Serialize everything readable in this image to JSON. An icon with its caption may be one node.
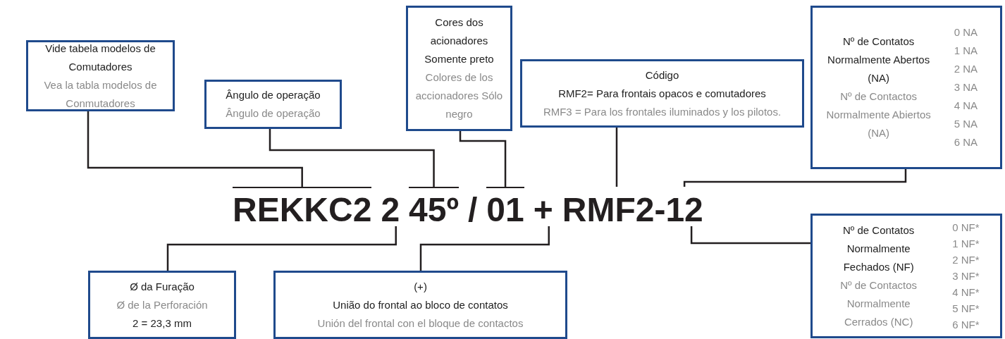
{
  "diagram": {
    "nodes": [
      {
        "text": [
          "Vide tabela modelos de Comutadores",
          "Vea la tabla modelos de Conmutadores"
        ]
      },
      {
        "text": [
          "Ângulo de operação",
          "Ângulo de operação"
        ]
      },
      {
        "text": [
          "Cores dos acionadores Somente preto",
          "Colores de los accionadores Sólo negro"
        ]
      },
      {
        "text": [
          "Código",
          "RMF2= Para frontais opacos e comutadores",
          "RMF3 = Para los frontales iluminados y los pilotos."
        ]
      },
      {
        "text": [
          "Nº de Contatos Normalmente Abertos (NA)",
          "Nº de Contactos Normalmente Abiertos (NA)",
          "0 NA",
          "1 NA",
          "2 NA",
          "3 NA",
          "4 NA",
          "5 NA",
          "6 NA"
        ]
      },
      {
        "text": [
          "Nº de Contatos Normalmente Fechados (NF)",
          "Nº de Contactos Normalmente Cerrados (NC)",
          "0 NF*",
          "1 NF*",
          "2 NF*",
          "3 NF*",
          "4 NF*",
          "5 NF*",
          "6 NF*"
        ]
      },
      {
        "text": [
          "Ø da Furação",
          "Ø de la Perforación",
          "2 = 23,3 mm"
        ]
      },
      {
        "text": [
          "(+)",
          "União do frontal ao bloco de contatos",
          "Unión del frontal con el bloque de contactos"
        ]
      },
      {
        "text": [
          "REKKC2"
        ]
      },
      {
        "text": [
          "2"
        ]
      },
      {
        "text": [
          "45º"
        ]
      },
      {
        "text": [
          "/"
        ]
      },
      {
        "text": [
          "01"
        ]
      },
      {
        "text": [
          "+"
        ]
      },
      {
        "text": [
          "RMF2"
        ]
      },
      {
        "text": [
          "-"
        ]
      },
      {
        "text": [
          "12"
        ]
      }
    ],
    "edges": [
      {
        "from": 0,
        "to": 8,
        "arrow": "none"
      },
      {
        "from": 1,
        "to": 10,
        "arrow": "none"
      },
      {
        "from": 2,
        "to": 12,
        "arrow": "none"
      },
      {
        "from": 3,
        "to": 14,
        "arrow": "none"
      },
      {
        "from": 4,
        "to": 16,
        "arrow": "none"
      },
      {
        "from": 5,
        "to": 16,
        "arrow": "none"
      },
      {
        "from": 6,
        "to": 9,
        "arrow": "none"
      },
      {
        "from": 7,
        "to": 13,
        "arrow": "none"
      }
    ]
  }
}
